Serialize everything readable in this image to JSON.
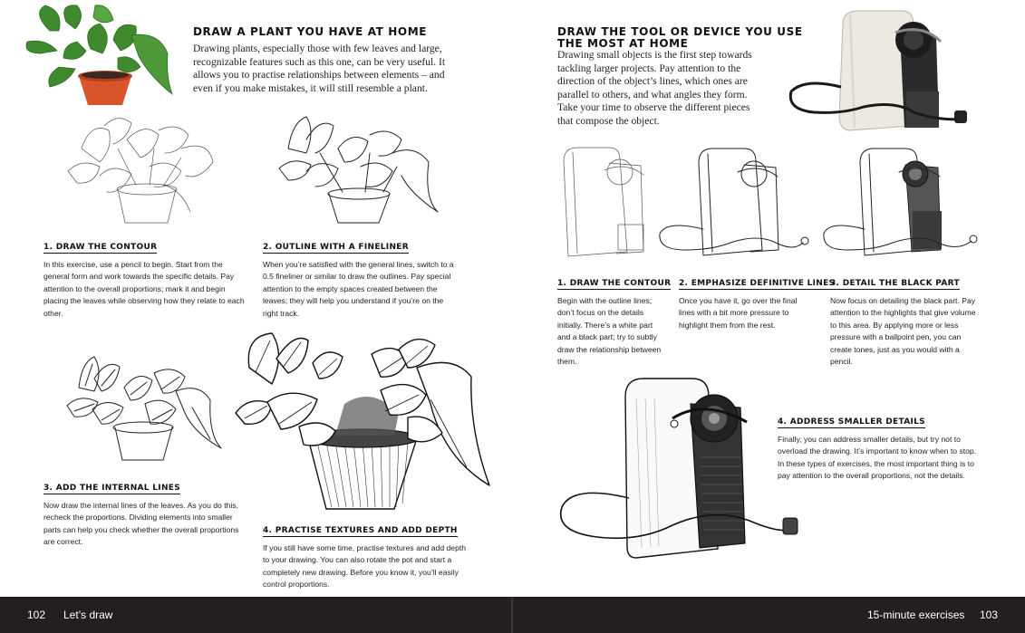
{
  "left_page": {
    "title": "DRAW A PLANT YOU HAVE AT HOME",
    "intro": "Drawing plants, especially those with few leaves and large, recognizable features such as this one, can be very useful. It allows you to practise relationships between elements – and even if you make mistakes, it will still resemble a plant.",
    "steps": [
      {
        "heading": "1. DRAW THE CONTOUR",
        "body": "In this exercise, use a pencil to begin. Start from the general form and work towards the specific details. Pay attention to the overall proportions; mark it and begin placing the leaves while observing how they relate to each other."
      },
      {
        "heading": "2. OUTLINE WITH A FINELINER",
        "body": "When you’re satisfied with the general lines, switch to a 0.5 fineliner or similar to draw the outlines. Pay special attention to the empty spaces created between the leaves; they will help you understand if you’re on the right track."
      },
      {
        "heading": "3. ADD THE INTERNAL LINES",
        "body": "Now draw the internal lines of the leaves. As you do this, recheck the proportions. Dividing elements into smaller parts can help you check whether the overall proportions are correct."
      },
      {
        "heading": "4. PRACTISE TEXTURES AND ADD DEPTH",
        "body": "If you still have some time, practise textures and add depth to your drawing. You can also rotate the pot and start a completely new drawing. Before you know it, you’ll easily control proportions."
      }
    ]
  },
  "right_page": {
    "title_line1": "DRAW THE TOOL OR DEVICE YOU USE",
    "title_line2": "THE MOST AT HOME",
    "intro": "Drawing small objects is the first step towards tackling larger projects. Pay attention to the direction of the object’s lines, which ones are parallel to others, and what angles they form. Take your time to observe the different pieces that compose the object.",
    "steps": [
      {
        "heading": "1. DRAW THE CONTOUR",
        "body": "Begin with the outline lines; don’t focus on the details initially. There’s a white part and a black part; try to subtly draw the relationship between them."
      },
      {
        "heading": "2. EMPHASIZE DEFINITIVE LINES",
        "body": "Once you have it, go over the final lines with a bit more pressure to highlight them from the rest."
      },
      {
        "heading": "3. DETAIL THE BLACK PART",
        "body": "Now focus on detailing the black part. Pay attention to the highlights that give volume to this area. By applying more or less pressure with a ballpoint pen, you can create tones, just as you would with a pencil."
      },
      {
        "heading": "4. ADDRESS SMALLER DETAILS",
        "body": "Finally, you can address smaller details, but try not to overload the drawing. It’s important to know when to stop. In these types of exercises, the most important thing is to pay attention to the overall proportions, not the details."
      }
    ]
  },
  "footer": {
    "left_page_number": "102",
    "left_section": "Let’s draw",
    "right_section": "15-minute exercises",
    "right_page_number": "103"
  },
  "colors": {
    "footer_bg": "#231f20",
    "pot": "#d9532b",
    "leaf": "#3f8a2e",
    "machine_body": "#ece9e1",
    "machine_dark": "#2b2b2b"
  }
}
